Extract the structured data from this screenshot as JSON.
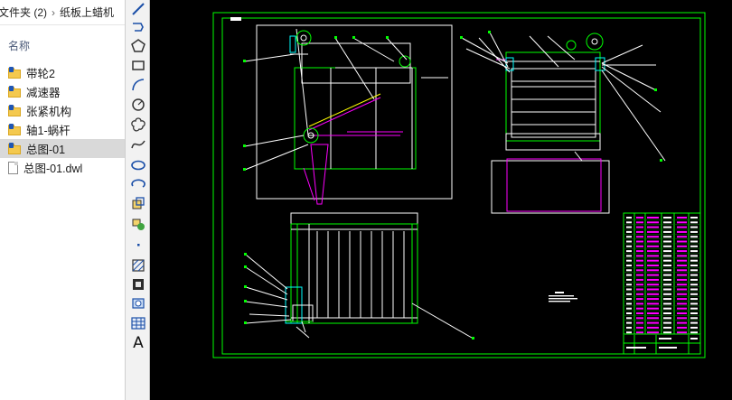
{
  "explorer": {
    "breadcrumb": [
      "文件夹 (2)",
      "纸板上蜡机"
    ],
    "breadcrumb_separator": "›",
    "column_header": "名称",
    "items": [
      {
        "name": "带轮2",
        "type": "folder",
        "selected": false
      },
      {
        "name": "减速器",
        "type": "folder",
        "selected": false
      },
      {
        "name": "张紧机构",
        "type": "folder",
        "selected": false
      },
      {
        "name": "轴1-蜗杆",
        "type": "folder",
        "selected": false
      },
      {
        "name": "总图-01",
        "type": "folder",
        "selected": true
      },
      {
        "name": "总图-01.dwl",
        "type": "file",
        "selected": false
      }
    ]
  },
  "toolbar": {
    "tools": [
      "line-icon",
      "polyline-icon",
      "polygon-icon",
      "rectangle-icon",
      "arc-icon",
      "circle-icon",
      "revision-cloud-icon",
      "spline-icon",
      "ellipse-icon",
      "ellipse-arc-icon",
      "insert-block-icon",
      "make-block-icon",
      "point-icon",
      "hatch-icon",
      "gradient-icon",
      "region-icon",
      "table-icon",
      "multiline-text-icon"
    ],
    "text_tool_label": "A"
  },
  "drawing": {
    "colors": {
      "background": "#000000",
      "frame": "#00ff00",
      "outline": "#ffffff",
      "accent": "#ff00ff",
      "highlight": "#00ffff",
      "leader": "#ffffff"
    }
  }
}
